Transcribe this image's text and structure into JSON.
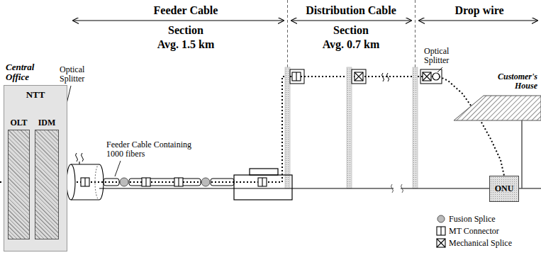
{
  "diagram": {
    "nodes": [
      {
        "text": [
          "Central Office",
          "NTT"
        ]
      },
      {
        "text": [
          "OLT"
        ],
        "in": 0
      },
      {
        "text": [
          "IDM"
        ],
        "in": 0
      },
      {
        "text": [
          "ONU"
        ]
      }
    ],
    "edges": [
      {
        "from": 2,
        "to": 3,
        "arrow": "none"
      }
    ],
    "labels": [
      "Feeder Cable",
      "Section",
      "Avg. 1.5 km",
      "Distribution Cable",
      "Section",
      "Avg. 0.7 km",
      "Drop wire",
      "Optical Splitter",
      "Feeder Cable Containing 1000 fibers",
      "Optical Splitter",
      "Customer's House"
    ],
    "legend": [
      {
        "text": "Fusion Splice"
      },
      {
        "text": "MT Connector"
      },
      {
        "text": "Mechanical Splice"
      }
    ]
  }
}
